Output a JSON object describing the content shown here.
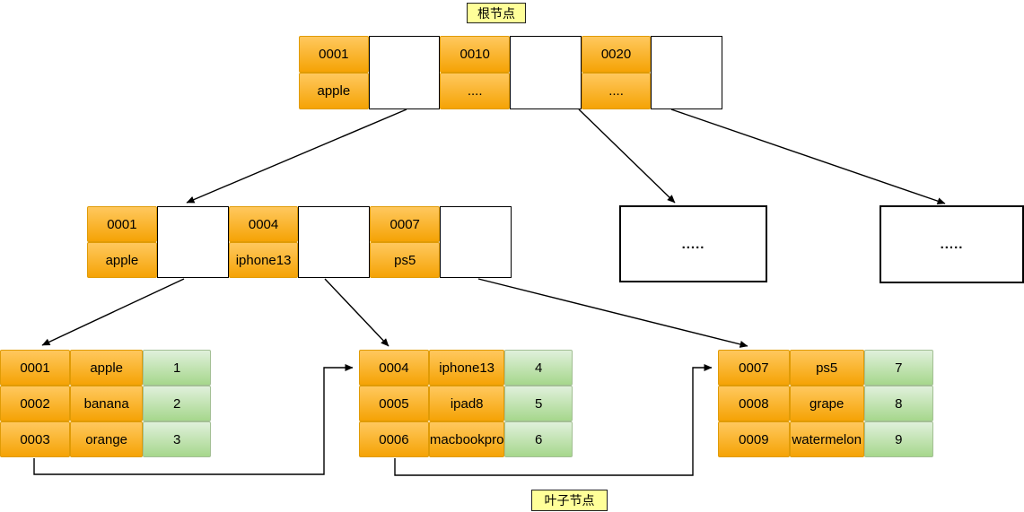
{
  "diagram": {
    "title_root_label": "根节点",
    "title_leaf_label": "叶子节点",
    "root_node": {
      "entries": [
        {
          "key": "0001",
          "value": "apple"
        },
        {
          "key": "0010",
          "value": "...."
        },
        {
          "key": "0020",
          "value": "...."
        }
      ]
    },
    "internal_node": {
      "entries": [
        {
          "key": "0001",
          "value": "apple"
        },
        {
          "key": "0004",
          "value": "iphone13"
        },
        {
          "key": "0007",
          "value": "ps5"
        }
      ]
    },
    "ellipsis_nodes": [
      ".....",
      "....."
    ],
    "leaf_nodes": [
      {
        "rows": [
          [
            "0001",
            "apple",
            "1"
          ],
          [
            "0002",
            "banana",
            "2"
          ],
          [
            "0003",
            "orange",
            "3"
          ]
        ]
      },
      {
        "rows": [
          [
            "0004",
            "iphone13",
            "4"
          ],
          [
            "0005",
            "ipad8",
            "5"
          ],
          [
            "0006",
            "macbookpro",
            "6"
          ]
        ]
      },
      {
        "rows": [
          [
            "0007",
            "ps5",
            "7"
          ],
          [
            "0008",
            "grape",
            "8"
          ],
          [
            "0009",
            "watermelon",
            "9"
          ]
        ]
      }
    ],
    "colors": {
      "cell_orange_top": "#ffc85e",
      "cell_orange_bottom": "#f5a305",
      "cell_green_top": "#e0f0db",
      "cell_green_bottom": "#a6d78c",
      "pointer_fill": "#ffffff",
      "label_bg": "#ffff99",
      "connector": "#000000"
    }
  }
}
